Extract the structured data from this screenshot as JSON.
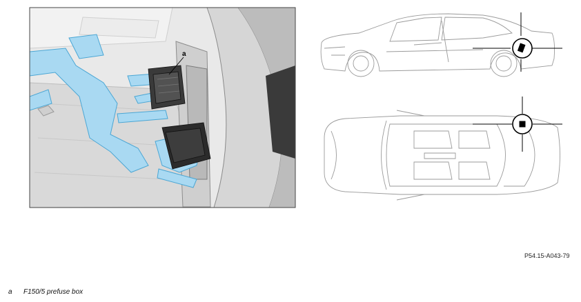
{
  "callout": {
    "letter": "a"
  },
  "figure_id": "P54.15-A043-79",
  "legend": [
    {
      "key": "a",
      "text": "F150/5 prefuse box"
    }
  ],
  "colors": {
    "highlight": "#a9d9f2",
    "highlight_stroke": "#4aa6d4",
    "component": "#2b2b2b",
    "frame": "#444444",
    "line": "#9a9a9a"
  }
}
